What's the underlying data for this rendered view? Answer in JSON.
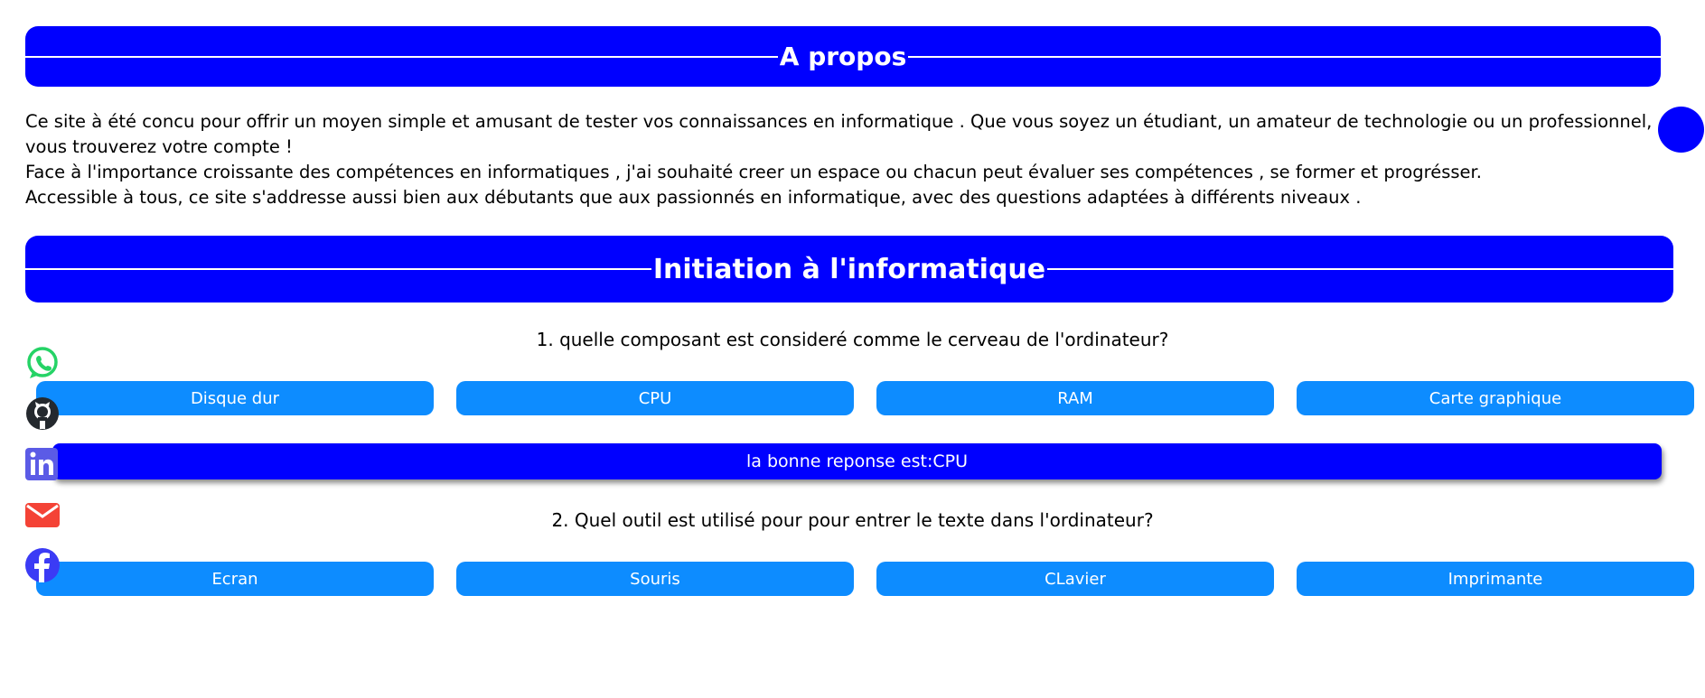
{
  "about": {
    "heading": "A propos",
    "paragraphs": [
      "Ce site à été concu pour offrir un moyen simple et amusant de tester vos connaissances en informatique . Que vous soyez un étudiant, un amateur de technologie ou un professionnel, vous trouverez votre compte !",
      "Face à l'importance croissante des compétences en informatiques , j'ai souhaité creer un espace ou chacun peut évaluer ses compétences , se former et progrésser.",
      "Accessible à tous, ce site s'addresse aussi bien aux débutants que aux passionnés en informatique, avec des questions adaptées à différents niveaux ."
    ]
  },
  "quiz": {
    "heading": "Initiation à l'informatique",
    "questions": [
      {
        "text": "1. quelle composant est consideré comme le cerveau de l'ordinateur?",
        "answers": [
          "Disque dur",
          "CPU",
          "RAM",
          "Carte graphique"
        ],
        "result": "la bonne reponse est:CPU"
      },
      {
        "text": "2. Quel outil est utilisé pour pour entrer le texte dans l'ordinateur?",
        "answers": [
          "Ecran",
          "Souris",
          "CLavier",
          "Imprimante"
        ]
      }
    ]
  },
  "social_icons": [
    "whatsapp-icon",
    "github-icon",
    "linkedin-icon",
    "email-icon",
    "facebook-icon"
  ],
  "colors": {
    "header_bg": "#0000ff",
    "answer_bg": "#0d8cff",
    "result_bg": "#0000ff",
    "whatsapp": "#25d366",
    "github": "#24292e",
    "linkedin": "#5b5be6",
    "email": "#f44336",
    "facebook": "#3b3bf5"
  }
}
